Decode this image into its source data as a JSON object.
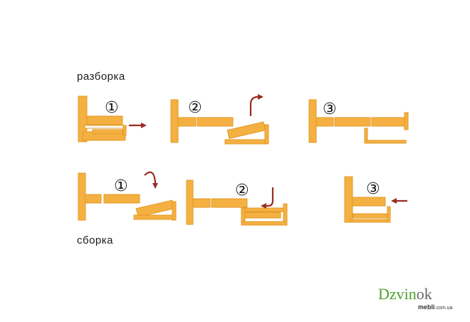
{
  "labels": {
    "unfold": "разборка",
    "fold": "сборка"
  },
  "steps": {
    "s1": "①",
    "s2": "②",
    "s3": "③"
  },
  "logo": {
    "main_prefix": "Dzvin",
    "main_suffix": "ok",
    "sub": "mebli",
    "sub_domain": ".com.ua"
  },
  "colors": {
    "cushion": "#f5b042",
    "cushion_edge": "#e29a25",
    "arrow": "#9a2a22",
    "text": "#1a1a1a",
    "logo_green": "#4aa02c"
  },
  "icons": [
    "arrow-right-icon",
    "arrow-up-curve-icon",
    "arrow-down-curve-icon",
    "arrow-left-icon"
  ]
}
